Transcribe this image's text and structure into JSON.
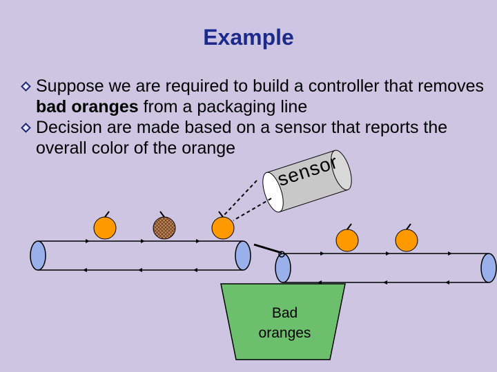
{
  "slide": {
    "title": "Example",
    "bullets": [
      {
        "before": "Suppose we are required to build a controller that removes ",
        "bold": "bad oranges",
        "after": " from a packaging line",
        "icon": "diamond-bullet-icon"
      },
      {
        "before": "Decision are made based on a sensor that reports the overall color of the orange",
        "bold": "",
        "after": "",
        "icon": "diamond-bullet-icon"
      }
    ]
  },
  "diagram": {
    "sensor_label": "sensor",
    "bin_label_line1": "Bad",
    "bin_label_line2": "oranges",
    "colors": {
      "background": "#cdc5e1",
      "title": "#1c2a8c",
      "orange": "#ff9900",
      "bad_orange": "#c8865a",
      "roller": "#9ab0ea",
      "bin": "#6cbf6c",
      "sensor_body": "#c8c8c8"
    },
    "oranges_left_conveyor": [
      "good",
      "bad",
      "good"
    ],
    "oranges_right_conveyor": [
      "good",
      "good"
    ]
  }
}
